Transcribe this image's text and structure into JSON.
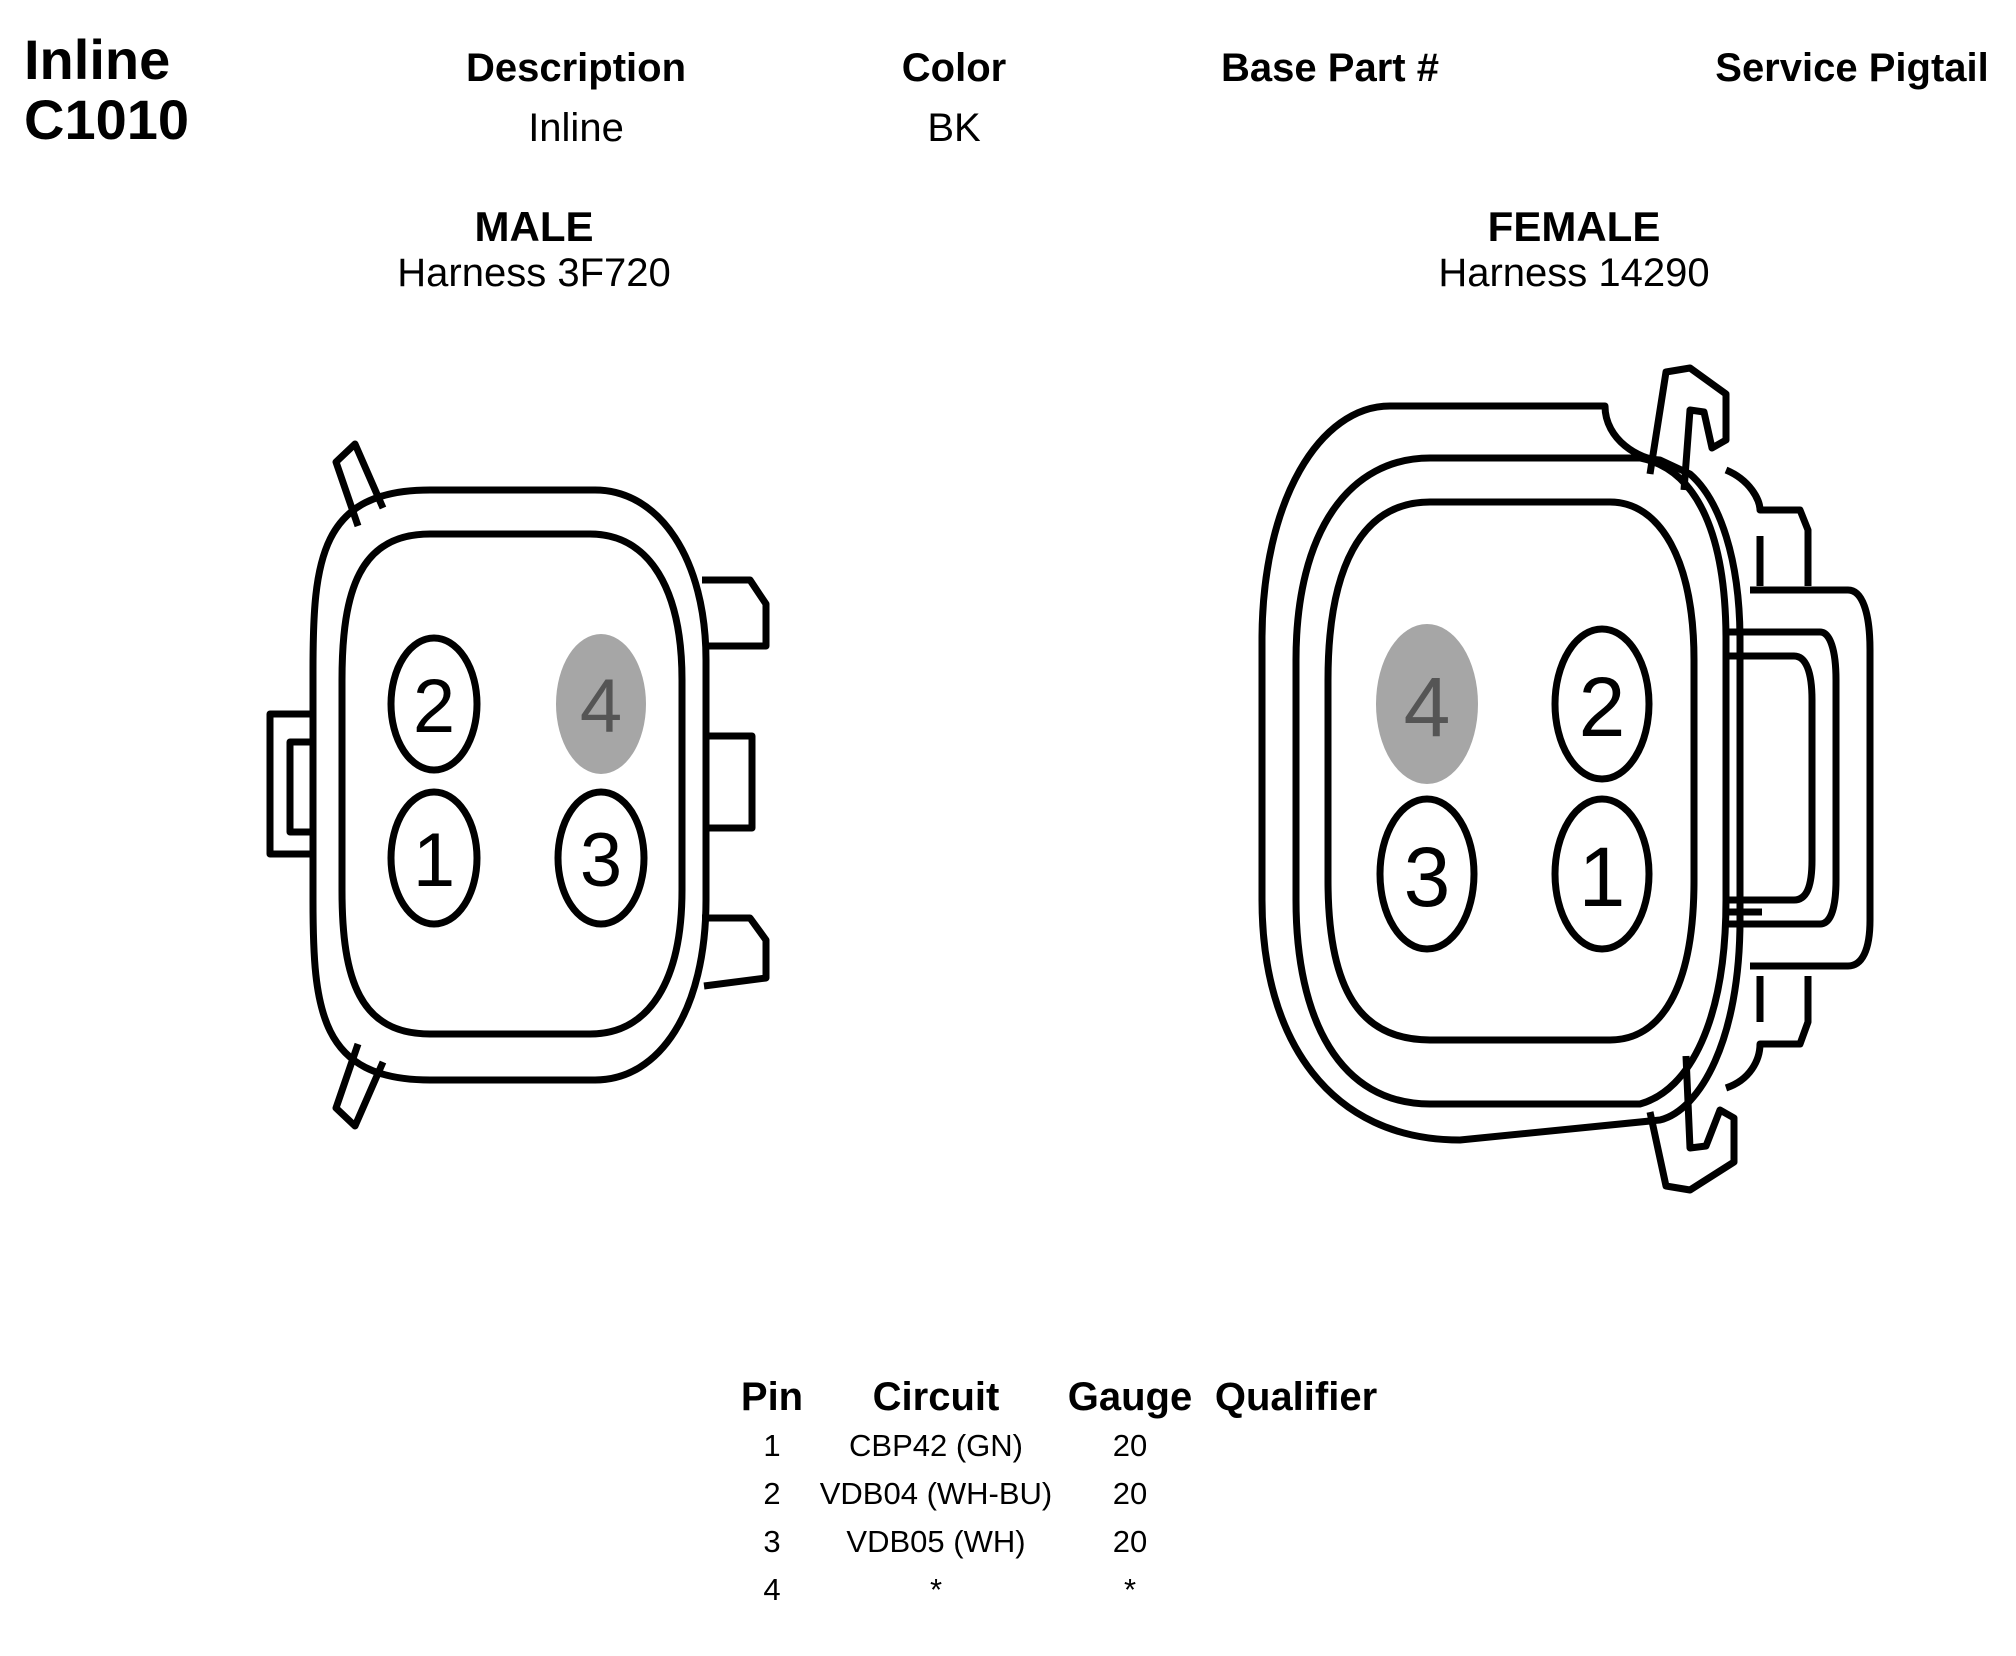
{
  "connector": {
    "type_label": "Inline",
    "id": "C1010"
  },
  "header": {
    "description_label": "Description",
    "description_value": "Inline",
    "color_label": "Color",
    "color_value": "BK",
    "base_part_label": "Base Part #",
    "service_pigtail_label": "Service Pigtail"
  },
  "male": {
    "title": "MALE",
    "harness": "Harness 3F720",
    "pins": [
      "1",
      "2",
      "3",
      "4"
    ]
  },
  "female": {
    "title": "FEMALE",
    "harness": "Harness 14290",
    "pins": [
      "1",
      "2",
      "3",
      "4"
    ]
  },
  "colors": {
    "outline": "#000000",
    "unused_pin_fill": "#a6a6a6",
    "unused_pin_text": "#555555"
  },
  "table": {
    "headers": {
      "pin": "Pin",
      "circuit": "Circuit",
      "gauge": "Gauge",
      "qualifier": "Qualifier"
    },
    "rows": [
      {
        "pin": "1",
        "circuit": "CBP42 (GN)",
        "gauge": "20"
      },
      {
        "pin": "2",
        "circuit": "VDB04 (WH-BU)",
        "gauge": "20"
      },
      {
        "pin": "3",
        "circuit": "VDB05 (WH)",
        "gauge": "20"
      },
      {
        "pin": "4",
        "circuit": "*",
        "gauge": "*"
      }
    ]
  }
}
